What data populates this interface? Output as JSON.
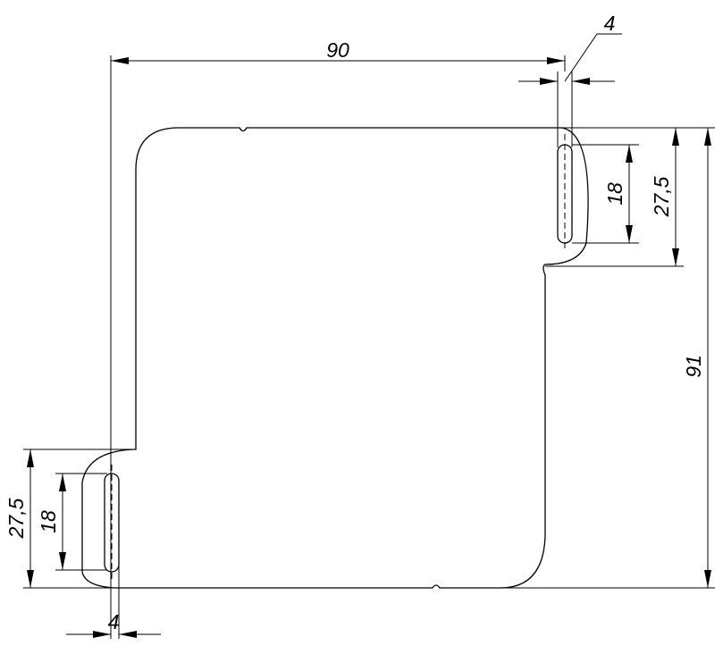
{
  "drawing": {
    "dimensions": {
      "overall_width": "90",
      "top_slot_offset": "4",
      "bottom_slot_offset": "4",
      "overall_height": "91",
      "top_tab_height": "27,5",
      "top_slot_length": "18",
      "bottom_tab_height": "27,5",
      "bottom_slot_length": "18"
    }
  }
}
